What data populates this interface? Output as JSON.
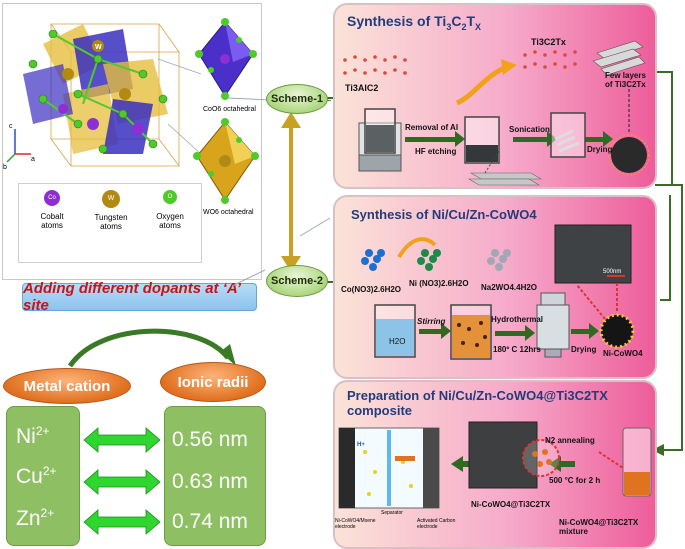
{
  "crystal": {
    "axes": {
      "c": "c",
      "a": "a",
      "b": "b"
    },
    "octahedra": {
      "coo6": "CoO6 octahedral",
      "wo6": "WO6 octahedral"
    },
    "atom_w": "W",
    "atom_co": "Co",
    "atom_o": "O",
    "legend": [
      {
        "symbol": "Co",
        "label_line1": "Cobalt",
        "label_line2": "atoms",
        "color": "#8e2fd6"
      },
      {
        "symbol": "W",
        "label_line1": "Tungsten",
        "label_line2": "atoms",
        "color": "#b08a12"
      },
      {
        "symbol": "O",
        "label_line1": "Oxygen",
        "label_line2": "atoms",
        "color": "#4ecb2b"
      }
    ]
  },
  "dopant_banner": "Adding different dopants at ‘A’ site",
  "metal_cation": "Metal cation",
  "ionic_radii": "Ionic radii",
  "ions": [
    {
      "ion": "Ni",
      "charge": "2+",
      "radius": "0.56 nm"
    },
    {
      "ion": "Cu",
      "charge": "2+",
      "radius": "0.63 nm"
    },
    {
      "ion": "Zn",
      "charge": "2+",
      "radius": "0.74 nm"
    }
  ],
  "schemes": {
    "s1": "Scheme-1",
    "s2": "Scheme-2"
  },
  "panel1": {
    "title_pre": "Synthesis of Ti",
    "title_sub1": "3",
    "title_mid": "C",
    "title_sub2": "2",
    "title_post": "T",
    "title_sub3": "X",
    "max_phase": "Ti3AlC2",
    "mxene": "Ti3C2Tx",
    "step1_top": "Removal of Al",
    "step1_bottom": "HF etching",
    "step2": "Sonication",
    "step3": "Drying",
    "few_layers_1": "Few layers",
    "few_layers_2": "of Ti3C2Tx"
  },
  "panel2": {
    "title": "Synthesis of Ni/Cu/Zn-CoWO4",
    "reagent1": "Co(NO3)2.6H2O",
    "reagent2": "Ni (NO3)2.6H2O",
    "reagent3": "Na2WO4.4H2O",
    "h2o": "H2O",
    "stirring": "Stirring",
    "hydro": "Hydrothermal",
    "hydro_cond": "180º C 12hrs",
    "drying": "Drying",
    "product": "Ni-CoWO4",
    "scale": "500nm"
  },
  "panel3": {
    "title": "Preparation of Ni/Cu/Zn-CoWO4@Ti3C2TX composite",
    "anneal": "N2 annealing",
    "anneal_cond": "500 °C for 2 h",
    "mixture": "Ni-CoWO4@Ti3C2TX mixture",
    "composite": "Ni-CoWO4@Ti3C2TX",
    "separator": "Separator",
    "left_electrode": "Ni-CoWO4/Mxene electrode",
    "right_electrode": "Activated Carbon electrode",
    "h_plus": "H+"
  }
}
